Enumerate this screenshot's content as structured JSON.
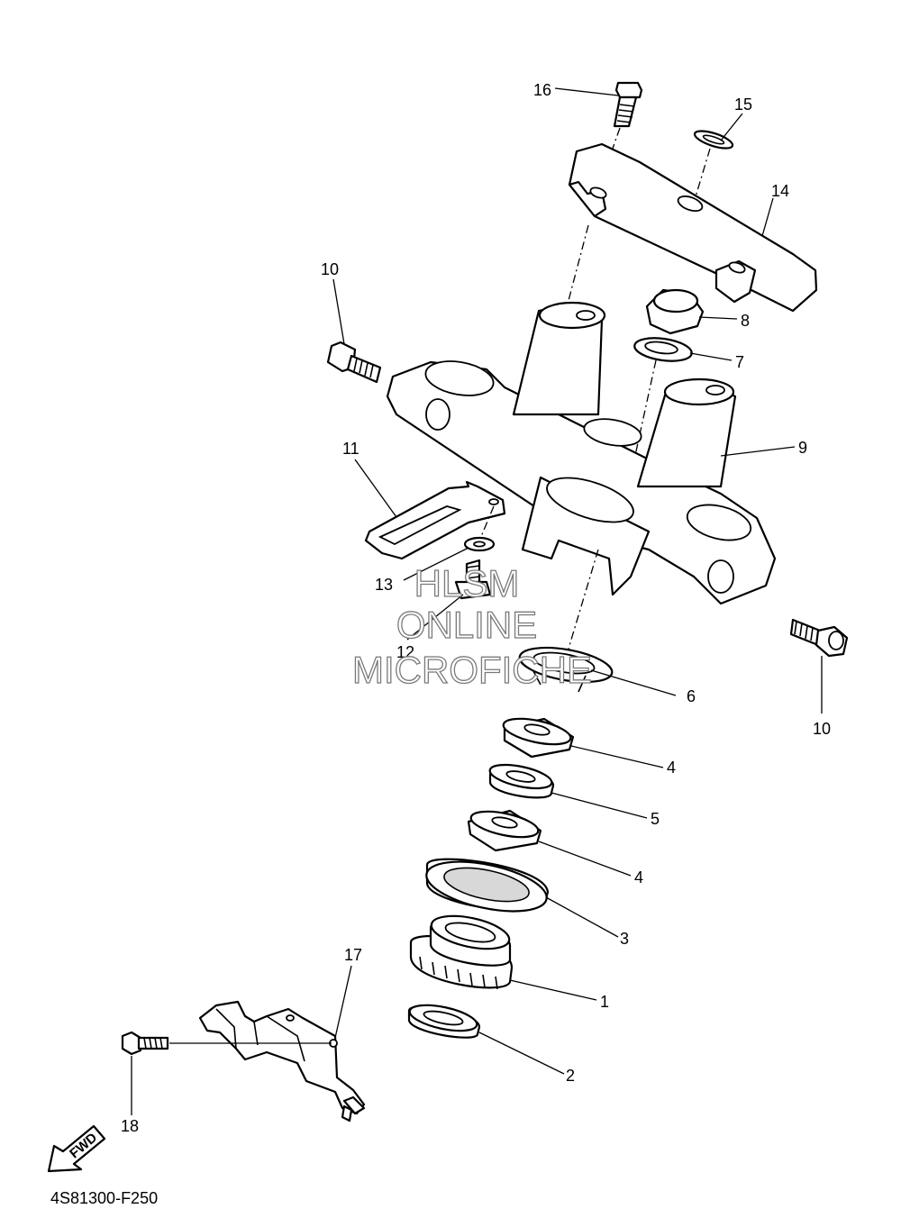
{
  "callouts": {
    "c16": "16",
    "c15": "15",
    "c14": "14",
    "c10a": "10",
    "c8": "8",
    "c7": "7",
    "c9": "9",
    "c11": "11",
    "c13": "13",
    "c12": "12",
    "c10b": "10",
    "c6": "6",
    "c4a": "4",
    "c5": "5",
    "c4b": "4",
    "c3": "3",
    "c1": "1",
    "c17": "17",
    "c2": "2",
    "c18": "18"
  },
  "watermark": {
    "line1": "HLSM",
    "line2": "ONLINE",
    "line3": "MICROFICHE"
  },
  "fwd_label": "FWD",
  "diagram_code": "4S81300-F250"
}
